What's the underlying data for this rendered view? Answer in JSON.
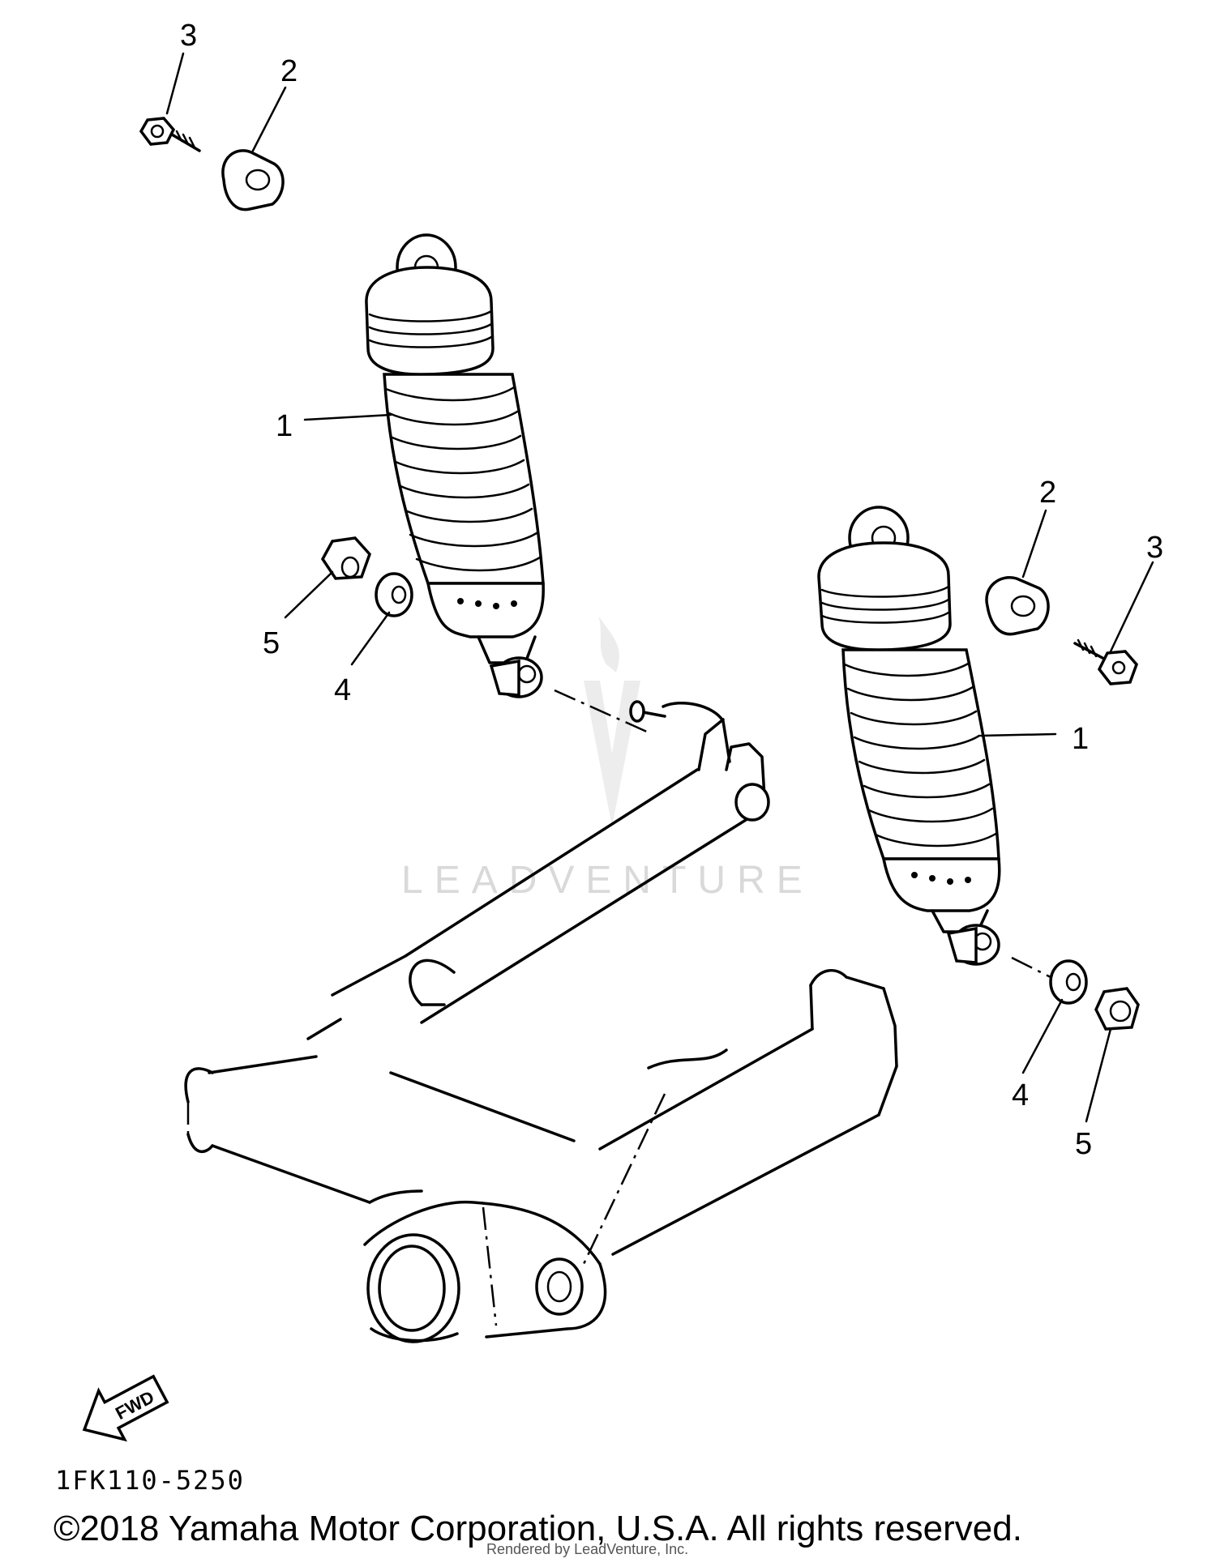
{
  "diagram": {
    "code": "1FK110-5250",
    "copyright": "©2018 Yamaha Motor Corporation, U.S.A. All rights reserved.",
    "credit": "Rendered by LeadVenture, Inc.",
    "watermark": "LEADVENTURE",
    "fwd_label": "FWD"
  },
  "callouts": {
    "c1a": "1",
    "c1b": "1",
    "c2a": "2",
    "c2b": "2",
    "c3a": "3",
    "c3b": "3",
    "c4a": "4",
    "c4b": "4",
    "c5a": "5",
    "c5b": "5"
  },
  "parts": [
    {
      "ref": "1",
      "name": "rear-shock-absorber"
    },
    {
      "ref": "2",
      "name": "bushing"
    },
    {
      "ref": "3",
      "name": "bolt"
    },
    {
      "ref": "4",
      "name": "washer"
    },
    {
      "ref": "5",
      "name": "nut"
    }
  ]
}
